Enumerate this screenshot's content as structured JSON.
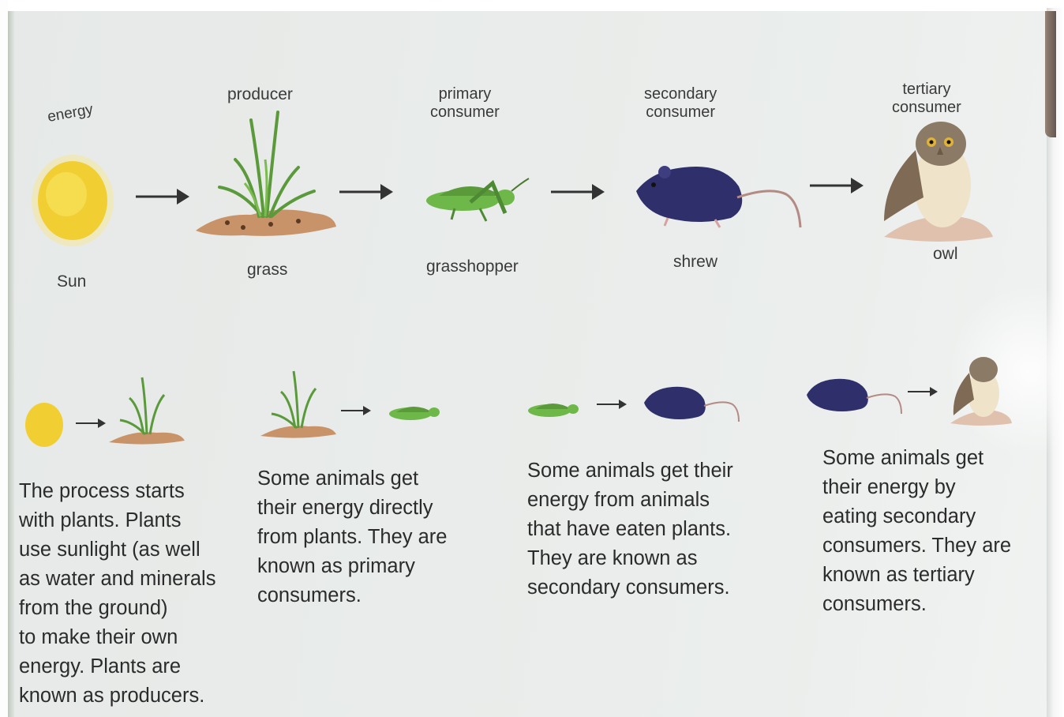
{
  "top_row": {
    "energy": "energy",
    "sun": "Sun",
    "producer": "producer",
    "grass": "grass",
    "primary_consumer": "primary\nconsumer",
    "grasshopper": "grasshopper",
    "secondary_consumer": "secondary\nconsumer",
    "shrew": "shrew",
    "tertiary_consumer": "tertiary\nconsumer",
    "owl": "owl"
  },
  "paragraphs": [
    "The process starts\nwith plants. Plants\nuse sunlight (as well\nas water and minerals\nfrom the ground)\nto make their own\nenergy.  Plants are\nknown as producers.",
    "Some animals get\ntheir energy directly\nfrom plants. They are\nknown as primary\nconsumers.",
    "Some animals get their\nenergy from animals\nthat have eaten plants.\nThey are known as\nsecondary consumers.",
    "Some animals get\ntheir energy by\neating secondary\nconsumers. They are\nknown as tertiary\nconsumers."
  ],
  "colors": {
    "sun": "#f1cf33",
    "grass": "#5a9a3a",
    "soil": "#c9936a",
    "grasshopper": "#6eb84a",
    "shrew": "#2f2f6b",
    "owl": "#8b7a66",
    "arrow": "#333333"
  }
}
